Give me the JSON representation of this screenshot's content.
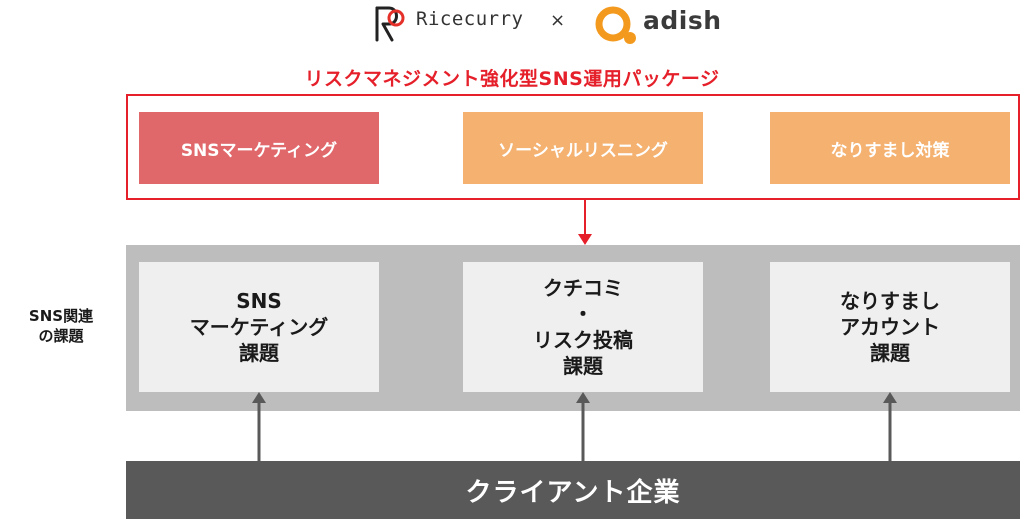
{
  "header": {
    "ricecurry_logo_text": "Ricecurry",
    "times_symbol": "×",
    "adish_logo_text": "adish"
  },
  "package": {
    "title": "リスクマネジメント強化型SNS運用パッケージ",
    "items": [
      {
        "label": "SNSマーケティング",
        "color": "#e0676a"
      },
      {
        "label": "ソーシャルリスニング",
        "color": "#f4b170"
      },
      {
        "label": "なりすまし対策",
        "color": "#f4b170"
      }
    ]
  },
  "sns_issues": {
    "side_label": [
      "SNS関連",
      "の課題"
    ],
    "items": [
      {
        "lines": [
          "SNS",
          "マーケティング",
          "課題"
        ]
      },
      {
        "lines": [
          "クチコミ",
          "・",
          "リスク投稿",
          "課題"
        ]
      },
      {
        "lines": [
          "なりすまし",
          "アカウント",
          "課題"
        ]
      }
    ]
  },
  "client": {
    "label": "クライアント企業"
  },
  "colors": {
    "accent_red": "#e5202a",
    "band_gray": "#bdbdbd",
    "client_gray": "#595959",
    "adish_orange": "#f39a1e"
  }
}
